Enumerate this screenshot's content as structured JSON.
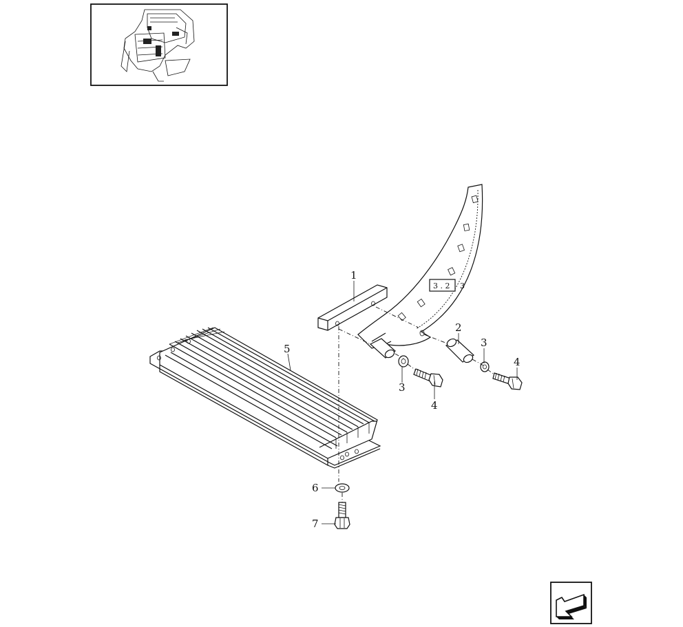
{
  "callouts": {
    "c1": "1",
    "c2": "2",
    "c3a": "3",
    "c3b": "3",
    "c4a": "4",
    "c4b": "4",
    "c5": "5",
    "c6": "6",
    "c7": "7"
  },
  "reference": {
    "box_text": "3 . 2",
    "suffix": "3"
  },
  "icons": {
    "thumbnail": "machine-overview-thumbnail",
    "nav": "next-page-arrow-icon"
  }
}
